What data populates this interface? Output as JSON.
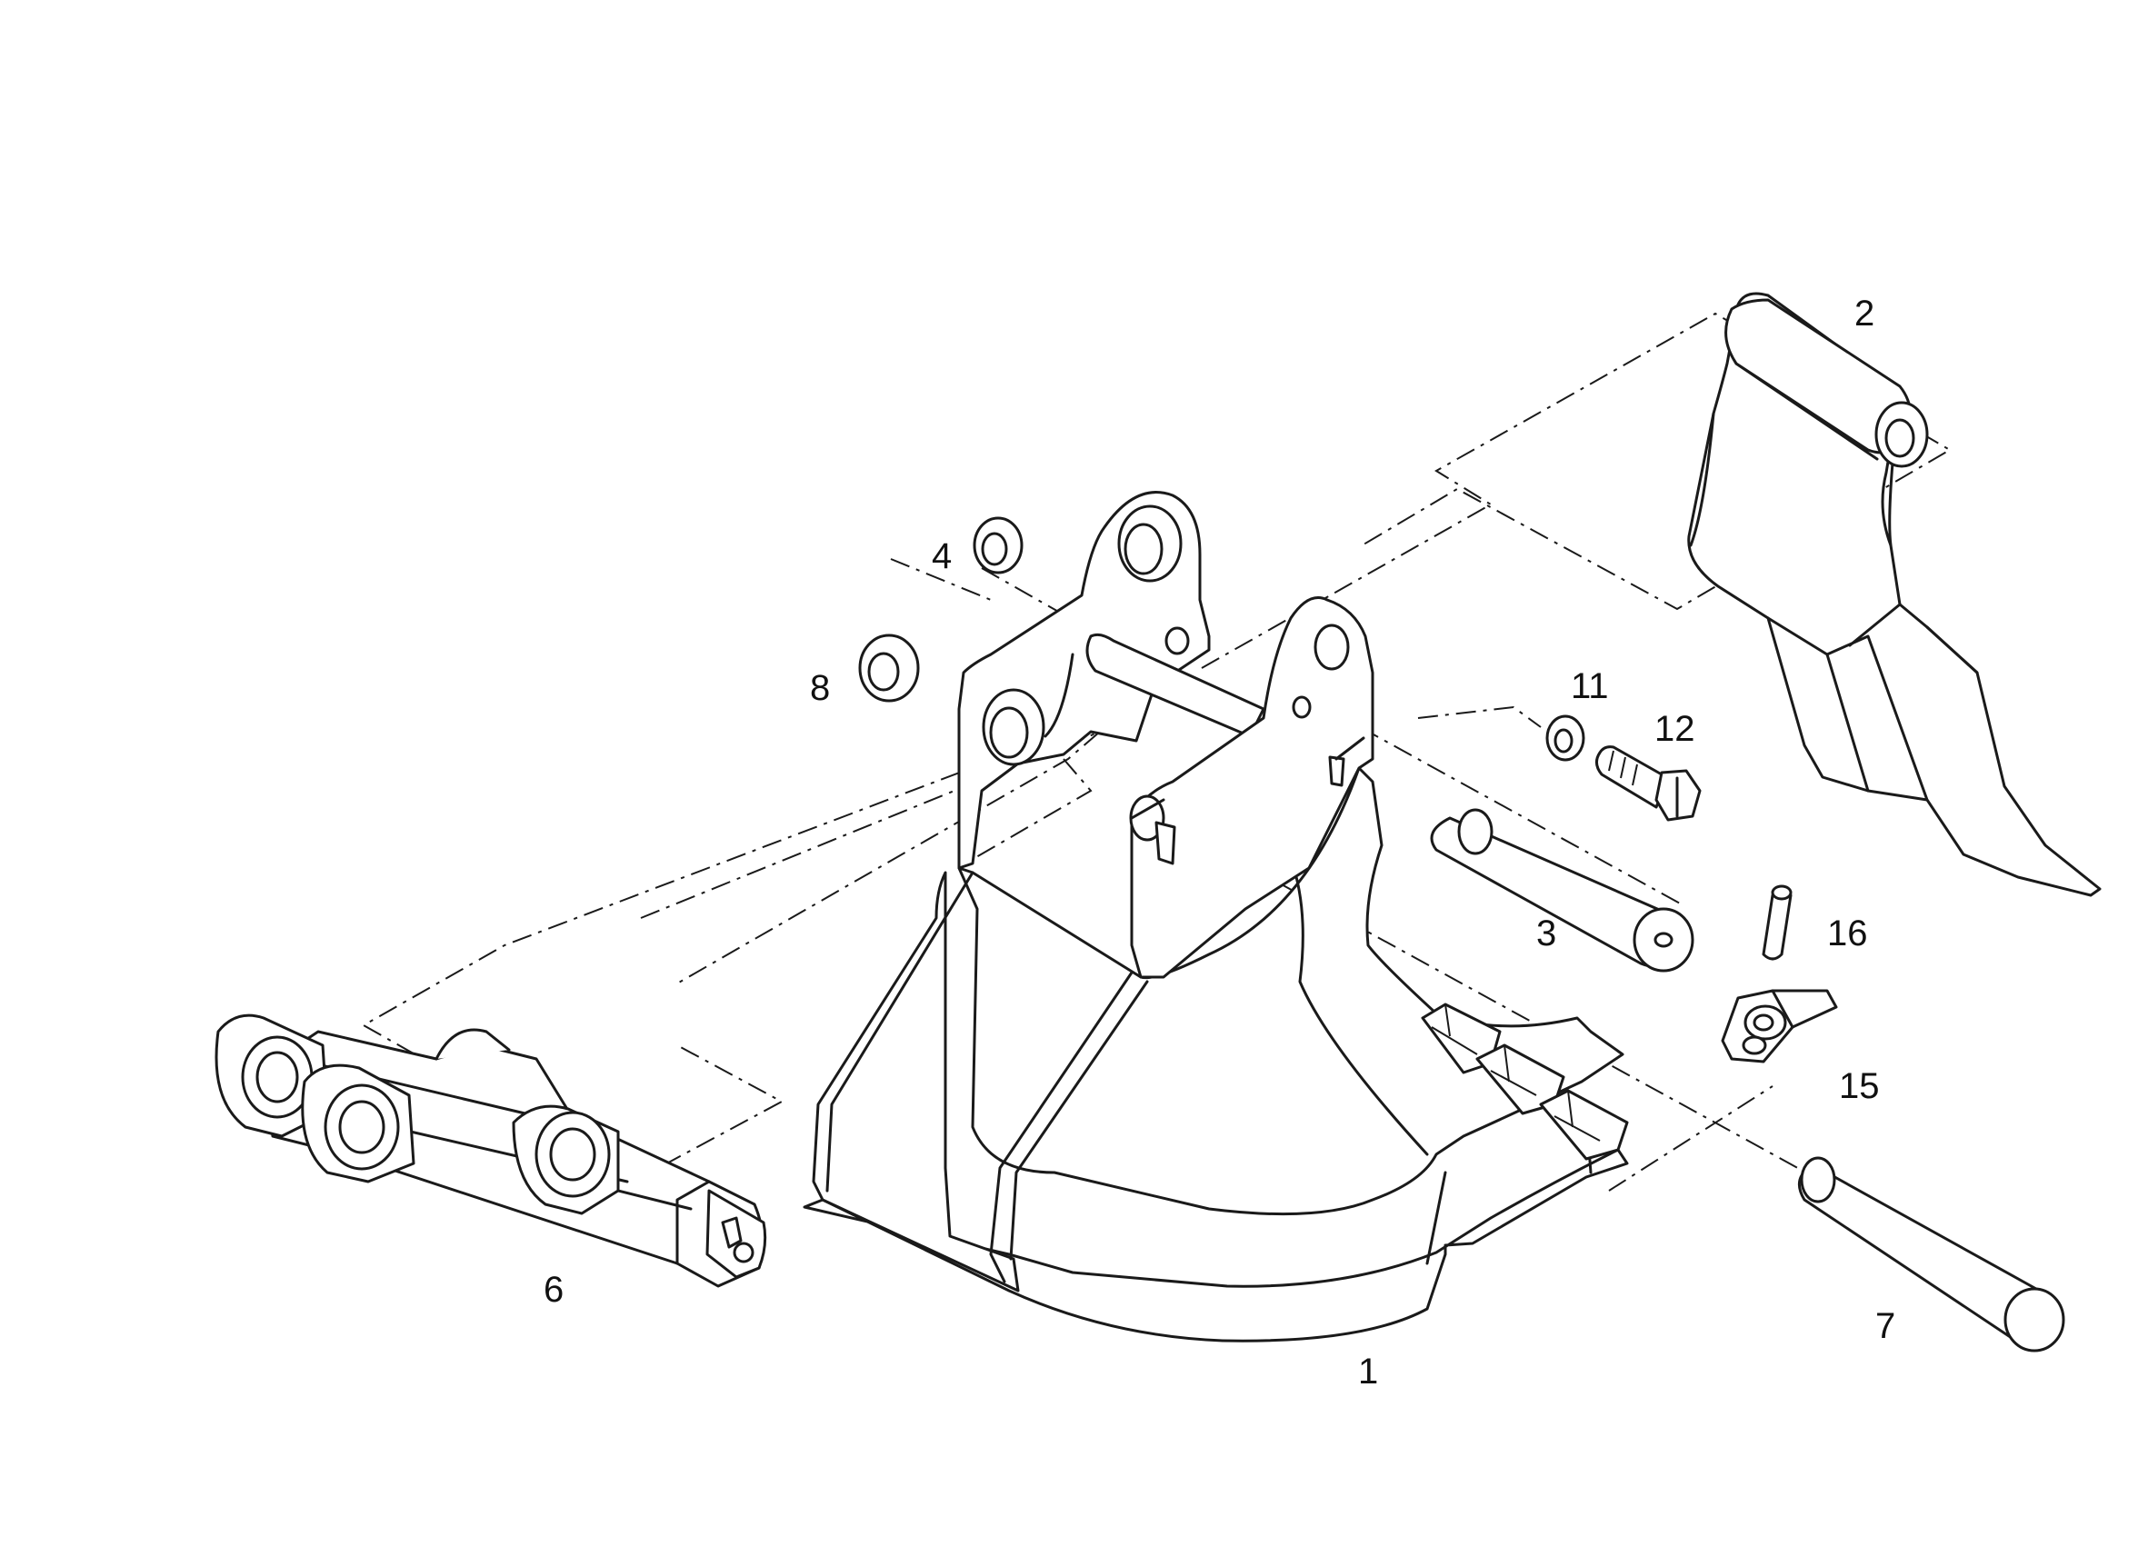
{
  "diagram": {
    "parts": [
      {
        "id": "bucket",
        "label": "1"
      },
      {
        "id": "hook",
        "label": "2"
      },
      {
        "id": "pin-upper",
        "label": "3"
      },
      {
        "id": "washer-upper",
        "label": "4"
      },
      {
        "id": "link",
        "label": "6"
      },
      {
        "id": "pin-lower",
        "label": "7"
      },
      {
        "id": "washer-lower",
        "label": "8"
      },
      {
        "id": "washer-bolt",
        "label": "11"
      },
      {
        "id": "bolt",
        "label": "12"
      },
      {
        "id": "tooth",
        "label": "15"
      },
      {
        "id": "tooth-pin",
        "label": "16"
      }
    ]
  }
}
